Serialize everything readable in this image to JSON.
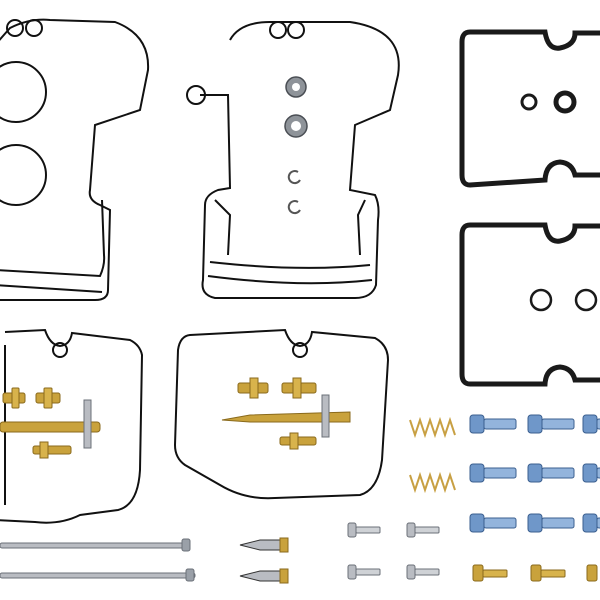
{
  "photo": {
    "background": "#ffffff",
    "colors": {
      "gasket": "#111111",
      "gasket_black": "#1a1a1a",
      "brass": "#c9a23c",
      "brass_dark": "#8a6a1c",
      "steel": "#b9bcc2",
      "steel_dark": "#6b7078",
      "screw_blue": "#6f97c9",
      "screw_blue_dark": "#3b5f8f",
      "spring": "#c8a043",
      "washer": "#8e9399"
    },
    "parts": [
      {
        "name": "float-bowl-gasket-left",
        "kind": "thin gasket"
      },
      {
        "name": "float-bowl-gasket-right",
        "kind": "thin gasket"
      },
      {
        "name": "cover-gasket-top-right",
        "kind": "thick black gasket"
      },
      {
        "name": "cover-gasket-bottom-right",
        "kind": "thick black gasket"
      },
      {
        "name": "carb-body-gasket-left",
        "kind": "thin gasket"
      },
      {
        "name": "carb-body-gasket-right",
        "kind": "thin gasket"
      },
      {
        "name": "brass-jets",
        "kind": "jets"
      },
      {
        "name": "needle-valves",
        "kind": "needle"
      },
      {
        "name": "springs",
        "kind": "spring"
      },
      {
        "name": "blue-screws",
        "kind": "screw"
      },
      {
        "name": "steel-rods",
        "kind": "rod"
      }
    ]
  }
}
